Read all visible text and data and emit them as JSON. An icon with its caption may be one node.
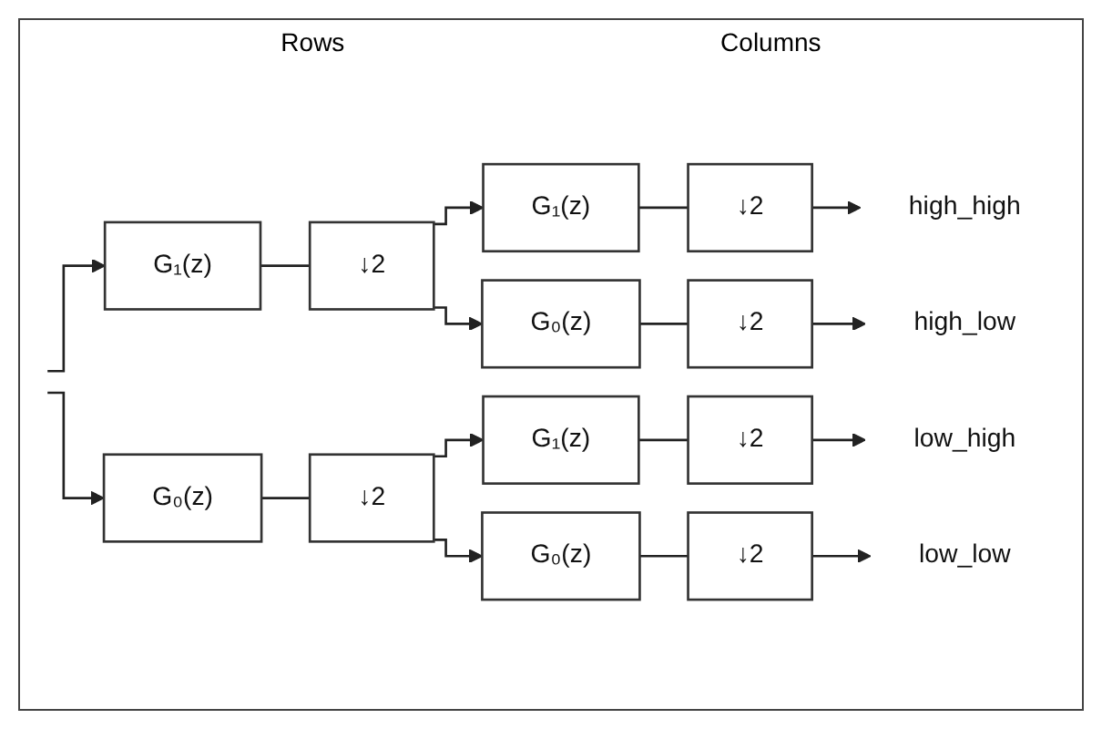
{
  "diagram": {
    "nodes": [
      {
        "text": [
          "G₁(z)"
        ]
      },
      {
        "text": [
          "↓2"
        ]
      },
      {
        "text": [
          "G₀(z)"
        ]
      },
      {
        "text": [
          "↓2"
        ]
      },
      {
        "text": [
          "G₁(z)"
        ]
      },
      {
        "text": [
          "↓2"
        ]
      },
      {
        "text": [
          "G₀(z)"
        ]
      },
      {
        "text": [
          "↓2"
        ]
      },
      {
        "text": [
          "G₁(z)"
        ]
      },
      {
        "text": [
          "↓2"
        ]
      },
      {
        "text": [
          "G₀(z)"
        ]
      },
      {
        "text": [
          "↓2"
        ]
      },
      {
        "text": [
          "high_high"
        ]
      },
      {
        "text": [
          "high_low"
        ]
      },
      {
        "text": [
          "low_high"
        ]
      },
      {
        "text": [
          "low_low"
        ]
      }
    ],
    "edges": [
      {
        "from": null,
        "to": 0,
        "arrow": "to"
      },
      {
        "from": null,
        "to": 2,
        "arrow": "to"
      },
      {
        "from": 0,
        "to": 1,
        "arrow": "none"
      },
      {
        "from": 1,
        "to": 4,
        "arrow": "to"
      },
      {
        "from": 1,
        "to": 6,
        "arrow": "to"
      },
      {
        "from": 2,
        "to": 3,
        "arrow": "none"
      },
      {
        "from": 3,
        "to": 8,
        "arrow": "to"
      },
      {
        "from": 3,
        "to": 10,
        "arrow": "to"
      },
      {
        "from": 4,
        "to": 5,
        "arrow": "none"
      },
      {
        "from": 5,
        "to": 12,
        "arrow": "to"
      },
      {
        "from": 6,
        "to": 7,
        "arrow": "none"
      },
      {
        "from": 7,
        "to": 13,
        "arrow": "to"
      },
      {
        "from": 8,
        "to": 9,
        "arrow": "none"
      },
      {
        "from": 9,
        "to": 14,
        "arrow": "to"
      },
      {
        "from": 10,
        "to": 11,
        "arrow": "none"
      },
      {
        "from": 11,
        "to": 15,
        "arrow": "to"
      }
    ],
    "labels": [
      "Rows",
      "Columns"
    ]
  }
}
